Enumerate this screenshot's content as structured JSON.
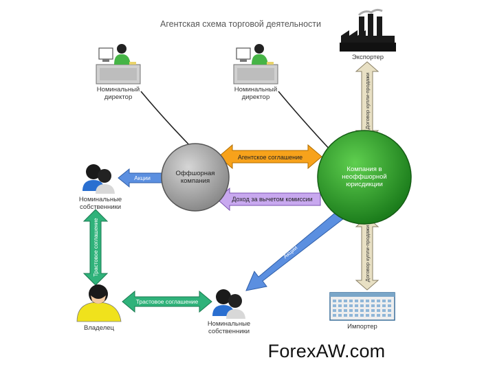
{
  "title": "Агентская схема торговой деятельности",
  "nodes": {
    "nominal_director_left": "Номинальный\nдиректор",
    "nominal_director_right": "Номинальный\nдиректор",
    "exporter": "Экспортер",
    "offshore_company": "Оффшорная\nкомпания",
    "non_offshore_company": "Компания в\nнеоффшорной\nюрисдикции",
    "nominal_owners_left": "Номинальные\nсобственники",
    "owner": "Владелец",
    "nominal_owners_bottom": "Номинальные\nсобственники",
    "importer": "Импортер"
  },
  "arrows": {
    "agency_agreement": "Агентское соглашение",
    "income_minus_commission": "Доход за вычетом комиссии",
    "shares_left": "Акции",
    "shares_diagonal": "Акции",
    "trust_agreement_vertical": "Трастовое соглашение",
    "trust_agreement_horizontal": "Трастовое соглашение",
    "sale_contract_top": "Договор купли-продажи",
    "sale_contract_bottom": "Договор купли-продажи"
  },
  "watermark": "ForexAW.com",
  "colors": {
    "orange": "#f7a21b",
    "violet": "#c8a8ef",
    "blue": "#5b8fe0",
    "teal": "#2fb27a",
    "beige": "#e8e0c4",
    "green": "#2a9a2a",
    "grey": "#a5a5a5"
  }
}
